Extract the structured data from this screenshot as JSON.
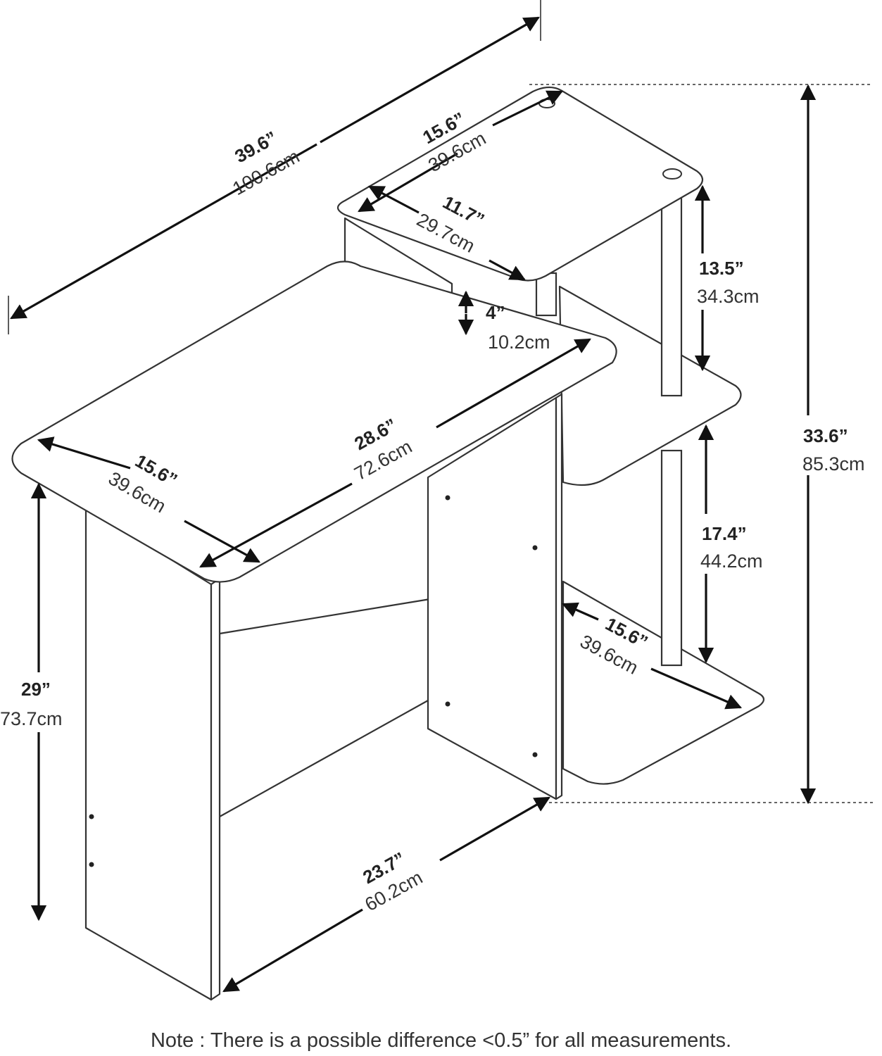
{
  "dimensions": {
    "total_width": {
      "inch": "39.6”",
      "cm": "100.6cm"
    },
    "shelf_width": {
      "inch": "15.6”",
      "cm": "39.6cm"
    },
    "shelf_depth": {
      "inch": "11.7”",
      "cm": "29.7cm"
    },
    "riser_height": {
      "inch": "4”",
      "cm": "10.2cm"
    },
    "upper_gap": {
      "inch": "13.5”",
      "cm": "34.3cm"
    },
    "total_height": {
      "inch": "33.6”",
      "cm": "85.3cm"
    },
    "desk_width": {
      "inch": "28.6”",
      "cm": "72.6cm"
    },
    "desk_depth": {
      "inch": "15.6”",
      "cm": "39.6cm"
    },
    "lower_gap": {
      "inch": "17.4”",
      "cm": "44.2cm"
    },
    "desk_height": {
      "inch": "29”",
      "cm": "73.7cm"
    },
    "bottom_shelf": {
      "inch": "15.6”",
      "cm": "39.6cm"
    },
    "knee_width": {
      "inch": "23.7”",
      "cm": "60.2cm"
    }
  },
  "note": "Note : There is a possible difference <0.5” for all measurements."
}
